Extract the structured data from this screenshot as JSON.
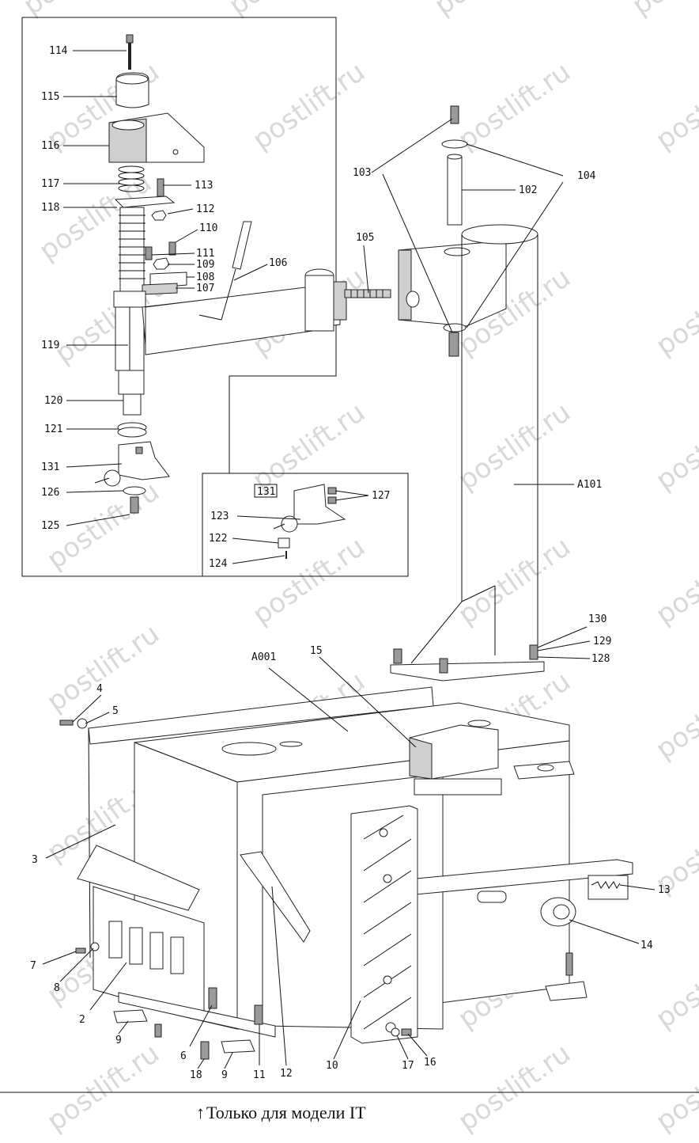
{
  "watermark": "postlift.ru",
  "inset_box_label": "131",
  "footnote": "Только для модели IT",
  "callouts": {
    "c114": "114",
    "c115": "115",
    "c116": "116",
    "c117": "117",
    "c113": "113",
    "c118": "118",
    "c112": "112",
    "c110": "110",
    "c111": "111",
    "c109": "109",
    "c108": "108",
    "c107": "107",
    "c106": "106",
    "c119": "119",
    "c120": "120",
    "c121": "121",
    "c131": "131",
    "c126": "126",
    "c125": "125",
    "c127": "127",
    "c123": "123",
    "c122": "122",
    "c124": "124",
    "c103": "103",
    "c104": "104",
    "c102": "102",
    "c105": "105",
    "cA101": "A101",
    "c130": "130",
    "c129": "129",
    "c128": "128",
    "cA001": "A001",
    "c15": "15",
    "c4": "4",
    "c5": "5",
    "c3": "3",
    "c13": "13",
    "c14": "14",
    "c7": "7",
    "c8": "8",
    "c2": "2",
    "c9a": "9",
    "c6": "6",
    "c18": "18",
    "c9b": "9",
    "c11": "11",
    "c12": "12",
    "c10": "10",
    "c17": "17",
    "c16": "16"
  }
}
